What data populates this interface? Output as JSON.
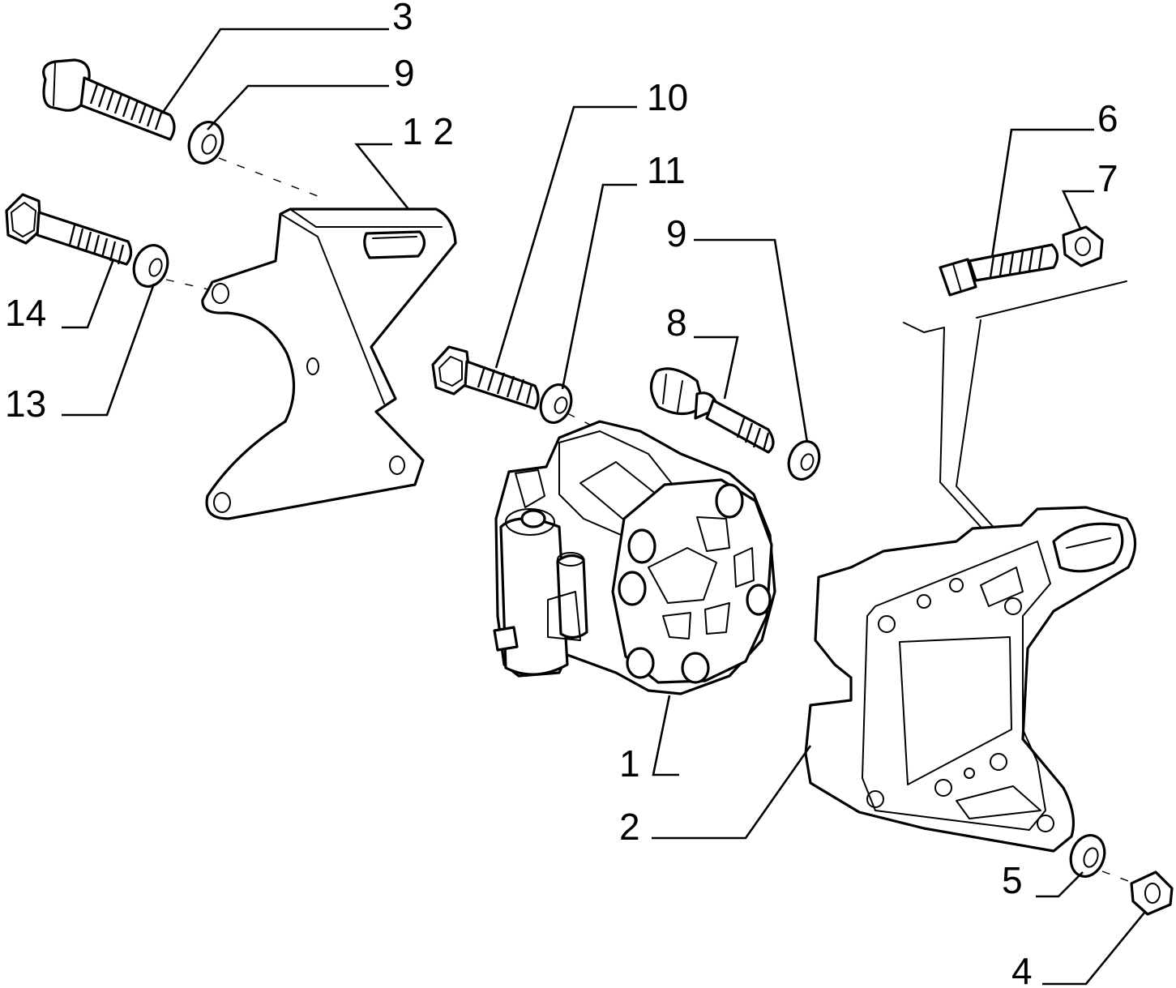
{
  "callouts": {
    "c1": "1",
    "c2": "2",
    "c3": "3",
    "c4": "4",
    "c5": "5",
    "c6": "6",
    "c7": "7",
    "c8": "8",
    "c9a": "9",
    "c9b": "9",
    "c10": "10",
    "c11": "11",
    "c12": "1 2",
    "c13": "13",
    "c14": "14"
  }
}
